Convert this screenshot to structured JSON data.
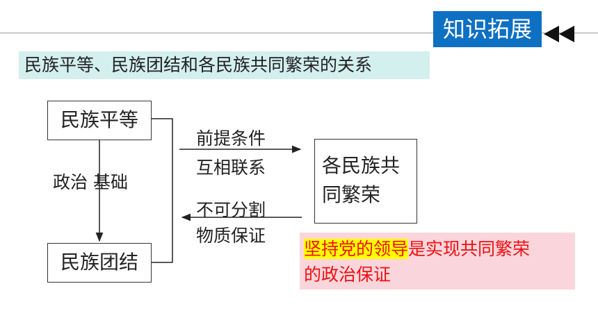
{
  "header": {
    "badge": "知识拓展",
    "arrows_icon": "double-left-arrow-icon"
  },
  "subtitle": "民族平等、民族团结和各民族共同繁荣的关系",
  "diagram": {
    "box_equality": "民族平等",
    "box_unity": "民族团结",
    "box_prosper_line1": "各民族共",
    "box_prosper_line2": "同繁荣",
    "label_basis": "政治 基础",
    "label_premise": "前提条件",
    "label_mutual": "互相联系",
    "label_inseparable": "不可分割",
    "label_material": "物质保证"
  },
  "note": {
    "highlight": "坚持党的领导",
    "rest_line1": "是实现共同繁荣",
    "line2": "的政治保证"
  },
  "colors": {
    "badge_bg": "#0e70c2",
    "subtitle_bg": "#d3efee",
    "note_bg": "#fad6dc",
    "note_text": "#ee1111",
    "highlight": "#ffff00"
  }
}
